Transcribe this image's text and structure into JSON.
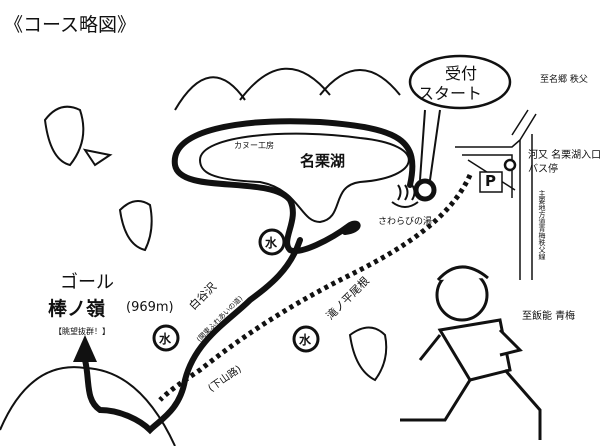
{
  "title": "《コース略図》",
  "start": {
    "line1": "受付",
    "line2": "スタート"
  },
  "lake": {
    "name": "名栗湖",
    "canoe": "カヌー工房"
  },
  "onsen": "さわらびの湯",
  "roads": {
    "to_north": "至名郷 秩父",
    "to_south": "至飯能 青梅",
    "main_road": "主要地方道青梅秩父線"
  },
  "bus_stop": {
    "line1": "河又 名栗湖入口",
    "line2": "バス停"
  },
  "parking": "P",
  "water_symbol": "水",
  "shiratani": {
    "name": "白谷沢",
    "sub": "(関東ふれあいの道)"
  },
  "ridge": "滝ノ平尾根",
  "descent": "(下山路)",
  "goal": {
    "label": "ゴール",
    "peak": "棒ノ嶺",
    "elevation": "(969m)",
    "note": "【眺望抜群！】"
  }
}
